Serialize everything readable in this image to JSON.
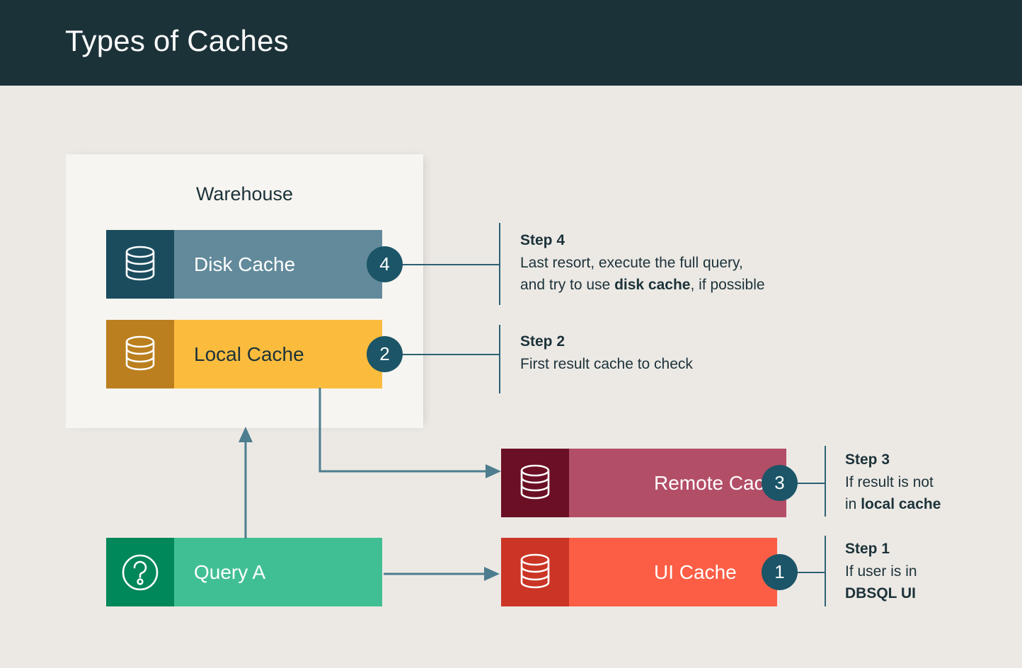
{
  "header": {
    "title": "Types of Caches",
    "background": "#1c3239",
    "text_color": "#ffffff"
  },
  "canvas": {
    "background": "#ece9e5"
  },
  "warehouse": {
    "label": "Warehouse",
    "background": "#f7f5f1"
  },
  "bars": {
    "disk_cache": {
      "label": "Disk Cache",
      "icon": "database-icon",
      "panel_color": "#1b4c5e",
      "body_color": "#628a9b",
      "text_color": "#ffffff"
    },
    "local_cache": {
      "label": "Local Cache",
      "icon": "database-icon",
      "panel_color": "#bb7f1f",
      "body_color": "#fbbc3e",
      "text_color": "#1c3239"
    },
    "remote_cache": {
      "label": "Remote Cache",
      "icon": "database-icon",
      "panel_color": "#6b0f24",
      "body_color": "#b34e67",
      "text_color": "#ffffff"
    },
    "ui_cache": {
      "label": "UI Cache",
      "icon": "database-icon",
      "panel_color": "#cb3526",
      "body_color": "#fb5e45",
      "text_color": "#ffffff"
    },
    "query": {
      "label": "Query A",
      "icon": "question-circle-icon",
      "panel_color": "#00875a",
      "body_color": "#41bf94",
      "text_color": "#ffffff"
    }
  },
  "badges": {
    "badge_1": "1",
    "badge_2": "2",
    "badge_3": "3",
    "badge_4": "4",
    "color": "#1b5567"
  },
  "steps": {
    "step_1": {
      "heading": "Step 1",
      "line_1": "If user is in",
      "line_2_bold": "DBSQL UI"
    },
    "step_2": {
      "heading": "Step 2",
      "line_1": "First result cache to check"
    },
    "step_3": {
      "heading": "Step 3",
      "line_1": "If result is not",
      "line_2_prefix": "in ",
      "line_2_bold": "local cache"
    },
    "step_4": {
      "heading": "Step 4",
      "line_1": "Last resort, execute the full query,",
      "line_2_prefix": "and try to use ",
      "line_2_bold": "disk cache",
      "line_2_suffix": ", if possible"
    }
  },
  "connectors": {
    "color": "#4d7d8e",
    "flows": [
      {
        "name": "query-to-warehouse",
        "from": "Query A",
        "to": "Warehouse"
      },
      {
        "name": "local-cache-to-remote-cache",
        "from": "Local Cache",
        "to": "Remote Cache"
      },
      {
        "name": "query-to-ui-cache",
        "from": "Query A",
        "to": "UI Cache"
      }
    ]
  }
}
